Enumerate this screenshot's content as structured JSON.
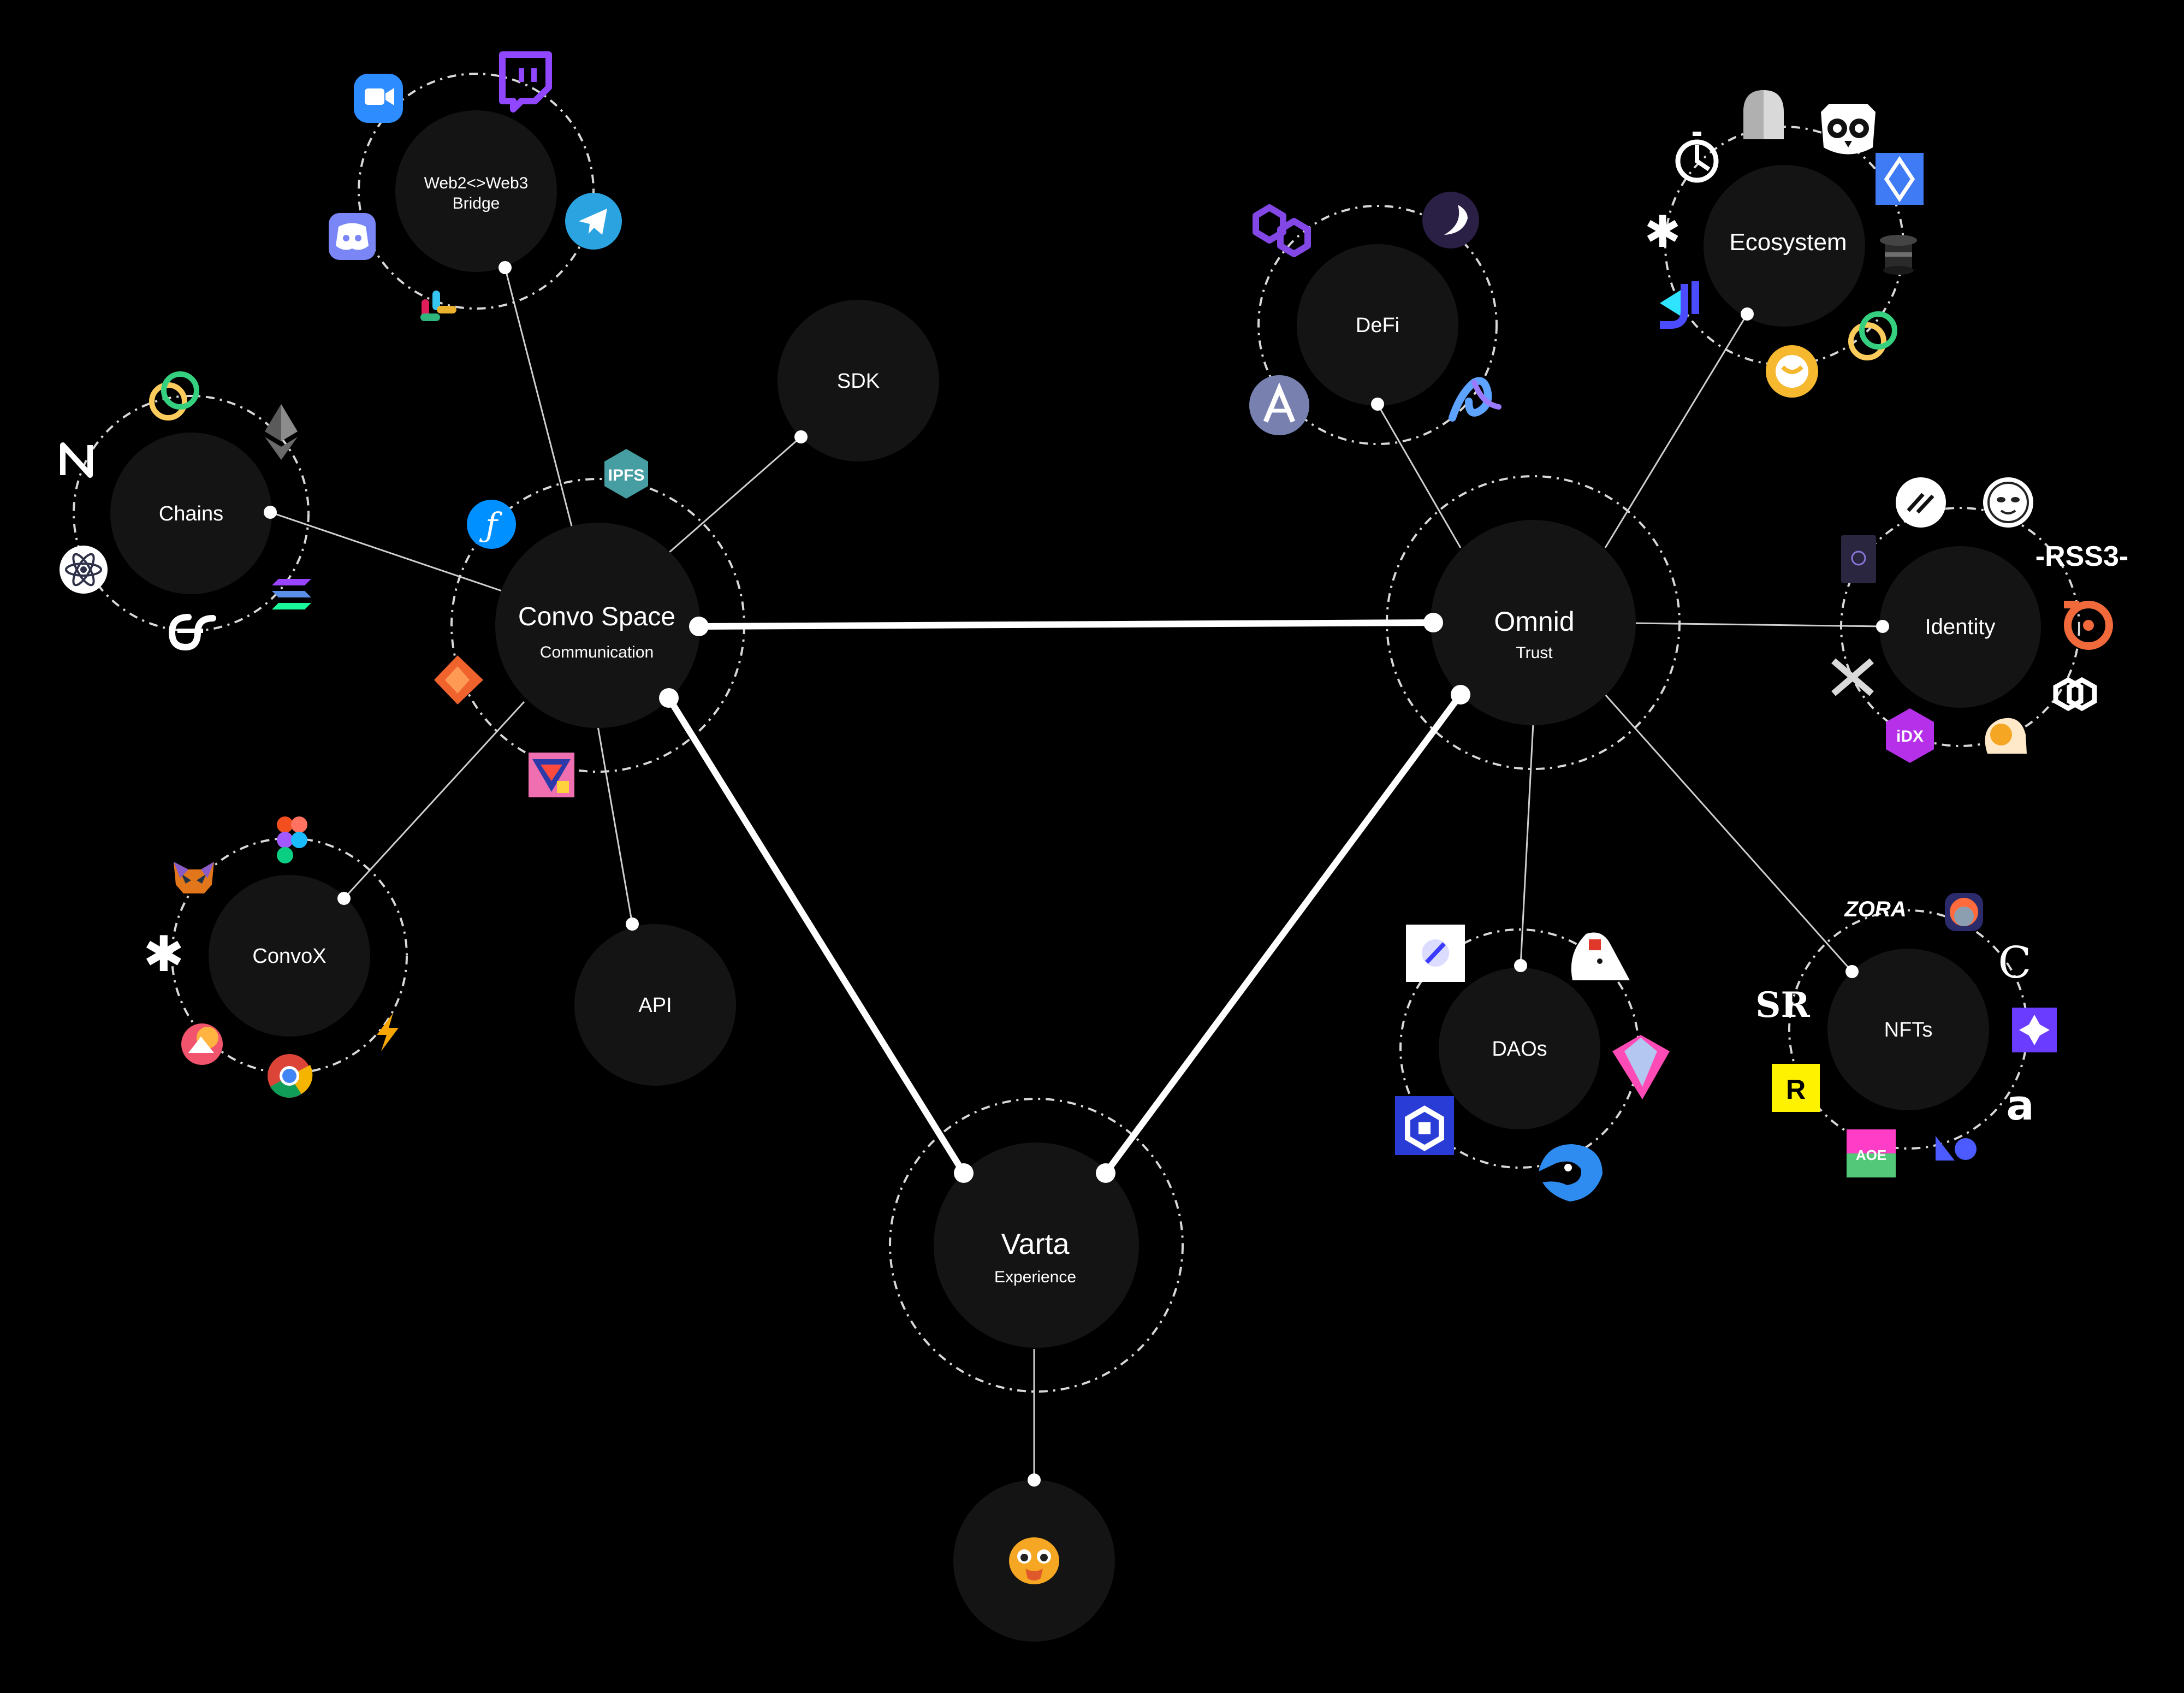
{
  "nodes": {
    "convo_space": {
      "title": "Convo Space",
      "subtitle": "Communication"
    },
    "omnid": {
      "title": "Omnid",
      "subtitle": "Trust"
    },
    "varta": {
      "title": "Varta",
      "subtitle": "Experience"
    },
    "sdk": {
      "title": "SDK"
    },
    "api": {
      "title": "API"
    },
    "chains": {
      "title": "Chains"
    },
    "bridge": {
      "title_line1": "Web2<>Web3",
      "title_line2": "Bridge"
    },
    "convox": {
      "title": "ConvoX"
    },
    "defi": {
      "title": "DeFi"
    },
    "ecosystem": {
      "title": "Ecosystem"
    },
    "identity": {
      "title": "Identity"
    },
    "daos": {
      "title": "DAOs"
    },
    "nfts": {
      "title": "NFTs"
    }
  },
  "icon_labels": {
    "ipfs": "IPFS",
    "rss3": "-RSS3-",
    "idx": "iDX",
    "zora": "ZORA",
    "sr": "SR",
    "c_letter": "C",
    "r_letter": "R",
    "aoe": "AOE",
    "a_letter": "a"
  },
  "colors": {
    "background": "#000000",
    "node_fill": "#141414",
    "line": "#ffffff",
    "ring": "#d8d8d8"
  }
}
